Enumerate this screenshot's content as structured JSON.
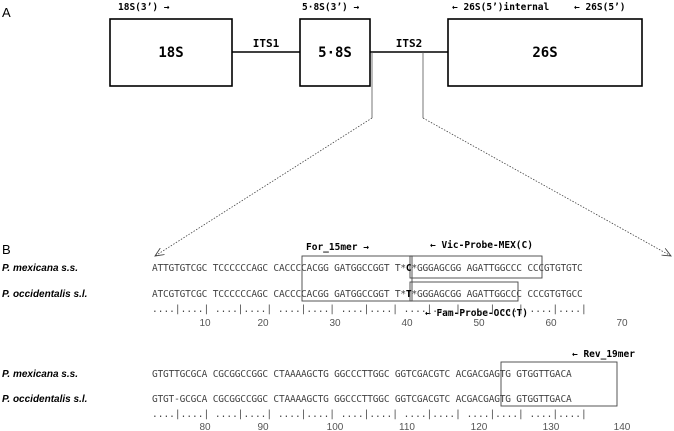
{
  "panel_a": {
    "letter": "A",
    "top_primers": {
      "p18s": "18S(3’) →",
      "p58s": "5·8S(3’) →",
      "p26s_internal": "← 26S(5’)internal",
      "p26s5": "← 26S(5’)"
    },
    "boxes": {
      "b18s": "18S",
      "b58s": "5·8S",
      "b26s": "26S"
    },
    "spacers": {
      "its1": "ITS1",
      "its2": "ITS2"
    }
  },
  "panel_b": {
    "letter": "B",
    "block1": {
      "primers": {
        "for15": "For_15mer →",
        "vic": "← Vic-Probe-MEX(C)",
        "fam": "← Fam-Probe-OCC(T)"
      },
      "rows": [
        {
          "species": "P. mexicana s.s.",
          "seq_a": "ATTGTGTCGC TCCCCCCAGC CACCCCACGG GATGGCCGGT T*",
          "snp": "C",
          "seq_b": "*GGGAGCGG AGATTGGCCC CCCGTGTGTC"
        },
        {
          "species": "P. occidentalis s.l.",
          "seq_a": "ATCGTGTCGC TCCCCCCAGC CACCCCACGG GATGGCCGGT T*",
          "snp": "T",
          "seq_b": "*GGGAGCGG AGATTGGCCC CCCGTGTGCC"
        }
      ],
      "ruler": "....|....| ....|....| ....|....| ....|....| ....|....| ....|....| ....|....|",
      "numbers": [
        "10",
        "20",
        "30",
        "40",
        "50",
        "60",
        "70"
      ]
    },
    "block2": {
      "primers": {
        "rev19": "← Rev_19mer"
      },
      "rows": [
        {
          "species": "P. mexicana s.s.",
          "seq": "GTGTTGCGCA CGCGGCCGGC CTAAAAGCTG GGCCCTTGGC GGTCGACGTC ACGACGAGTG GTGGTTGACA"
        },
        {
          "species": "P. occidentalis s.l.",
          "seq": "GTGT-GCGCA CGCGGCCGGC CTAAAAGCTG GGCCCTTGGC GGTCGACGTC ACGACGAGTG GTGGTTGACA"
        }
      ],
      "ruler": "....|....| ....|....| ....|....| ....|....| ....|....| ....|....| ....|....|",
      "numbers": [
        "80",
        "90",
        "100",
        "110",
        "120",
        "130",
        "140"
      ]
    }
  }
}
